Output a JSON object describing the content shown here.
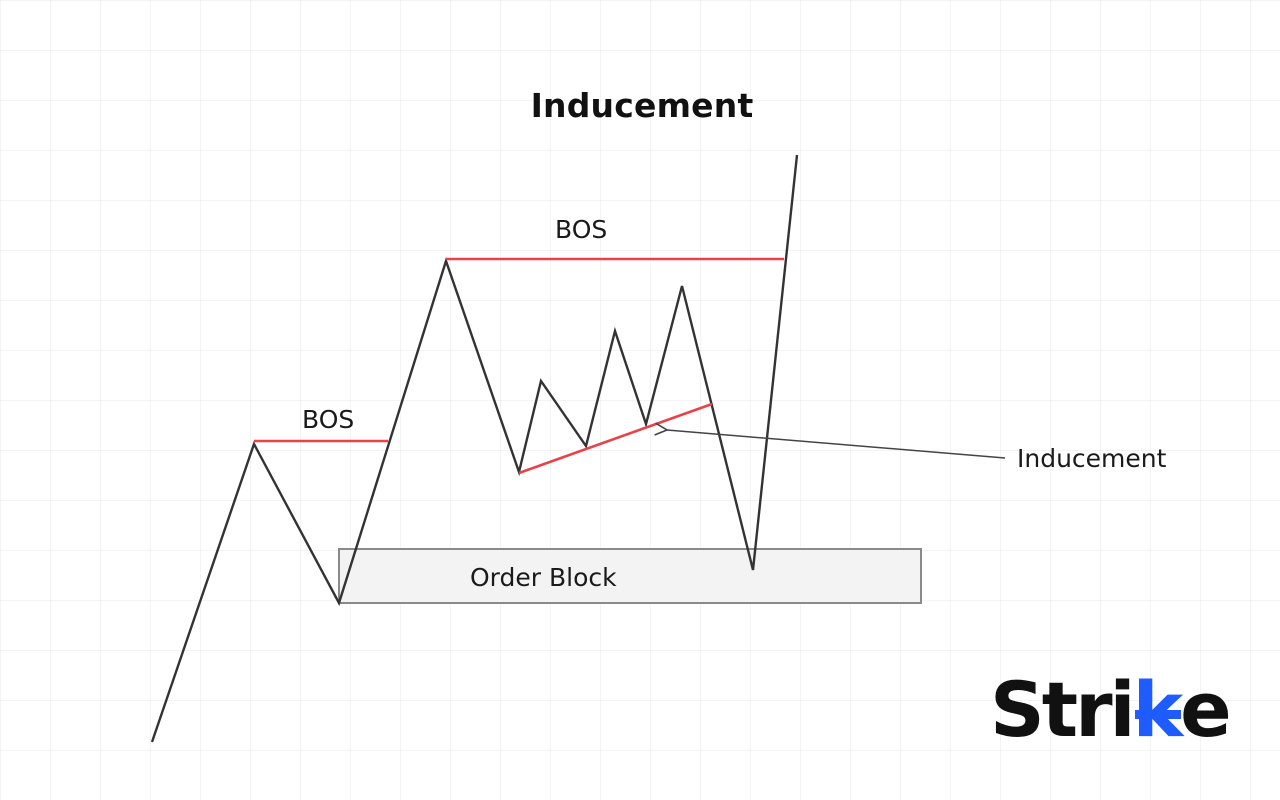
{
  "diagram": {
    "title": "Inducement",
    "labels": {
      "bos_lower": "BOS",
      "bos_upper": "BOS",
      "order_block": "Order Block",
      "inducement_callout": "Inducement"
    },
    "colors": {
      "price_line": "#333333",
      "bos_line": "#e8424a",
      "inducement_line": "#e8424a",
      "order_block_fill": "#f3f3f3",
      "order_block_border": "#8a8a8a",
      "arrow": "#444444"
    }
  },
  "logo": {
    "text_main": "Stri",
    "text_accent": "k",
    "text_end": "e",
    "accent_color": "#1f5cff"
  }
}
